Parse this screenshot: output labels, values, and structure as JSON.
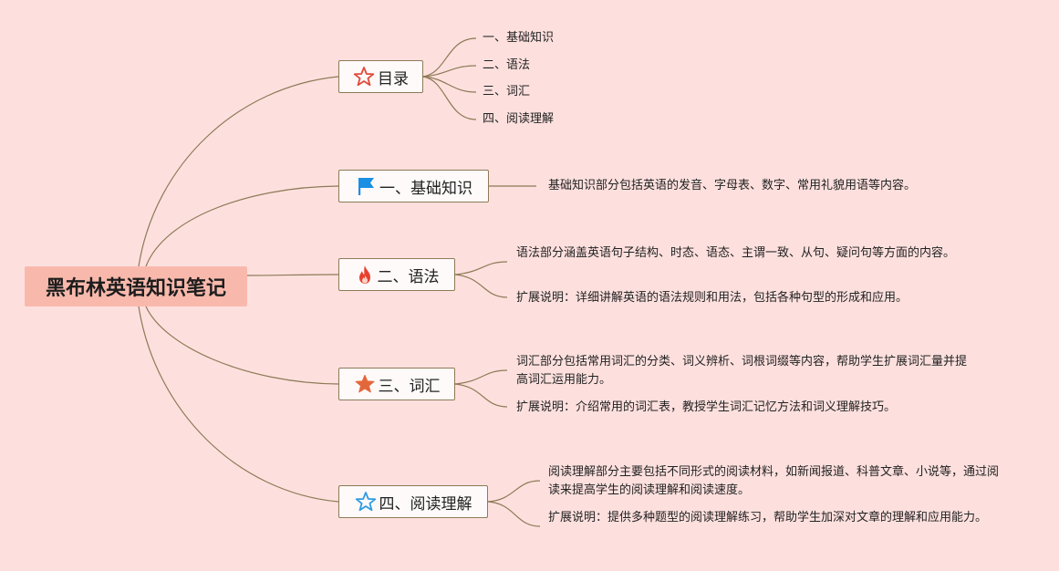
{
  "root": {
    "title": "黑布林英语知识笔记"
  },
  "branches": [
    {
      "label": "目录",
      "icon": "star-outline-icon",
      "children": [
        "一、基础知识",
        "二、语法",
        "三、词汇",
        "四、阅读理解"
      ]
    },
    {
      "label": "一、基础知识",
      "icon": "flag-icon",
      "children": [
        "基础知识部分包括英语的发音、字母表、数字、常用礼貌用语等内容。"
      ]
    },
    {
      "label": "二、语法",
      "icon": "fire-icon",
      "children": [
        "语法部分涵盖英语句子结构、时态、语态、主谓一致、从句、疑问句等方面的内容。",
        "扩展说明：详细讲解英语的语法规则和用法，包括各种句型的形成和应用。"
      ]
    },
    {
      "label": "三、词汇",
      "icon": "star-filled-icon",
      "children": [
        "词汇部分包括常用词汇的分类、词义辨析、词根词缀等内容，帮助学生扩展词汇量并提高词汇运用能力。",
        "扩展说明：介绍常用的词汇表，教授学生词汇记忆方法和词义理解技巧。"
      ]
    },
    {
      "label": "四、阅读理解",
      "icon": "star-blue-outline-icon",
      "children": [
        "阅读理解部分主要包括不同形式的阅读材料，如新闻报道、科普文章、小说等，通过阅读来提高学生的阅读理解和阅读速度。",
        "扩展说明：提供多种题型的阅读理解练习，帮助学生加深对文章的理解和应用能力。"
      ]
    }
  ],
  "colors": {
    "background": "#fde0de",
    "root_fill": "#f8b9ac",
    "line": "#8d7a56",
    "star_red": "#e04a3a",
    "flag_blue": "#1a8fe3",
    "fire_red": "#e8412f",
    "star_orange": "#e2683c",
    "star_blue": "#2f9be3"
  }
}
